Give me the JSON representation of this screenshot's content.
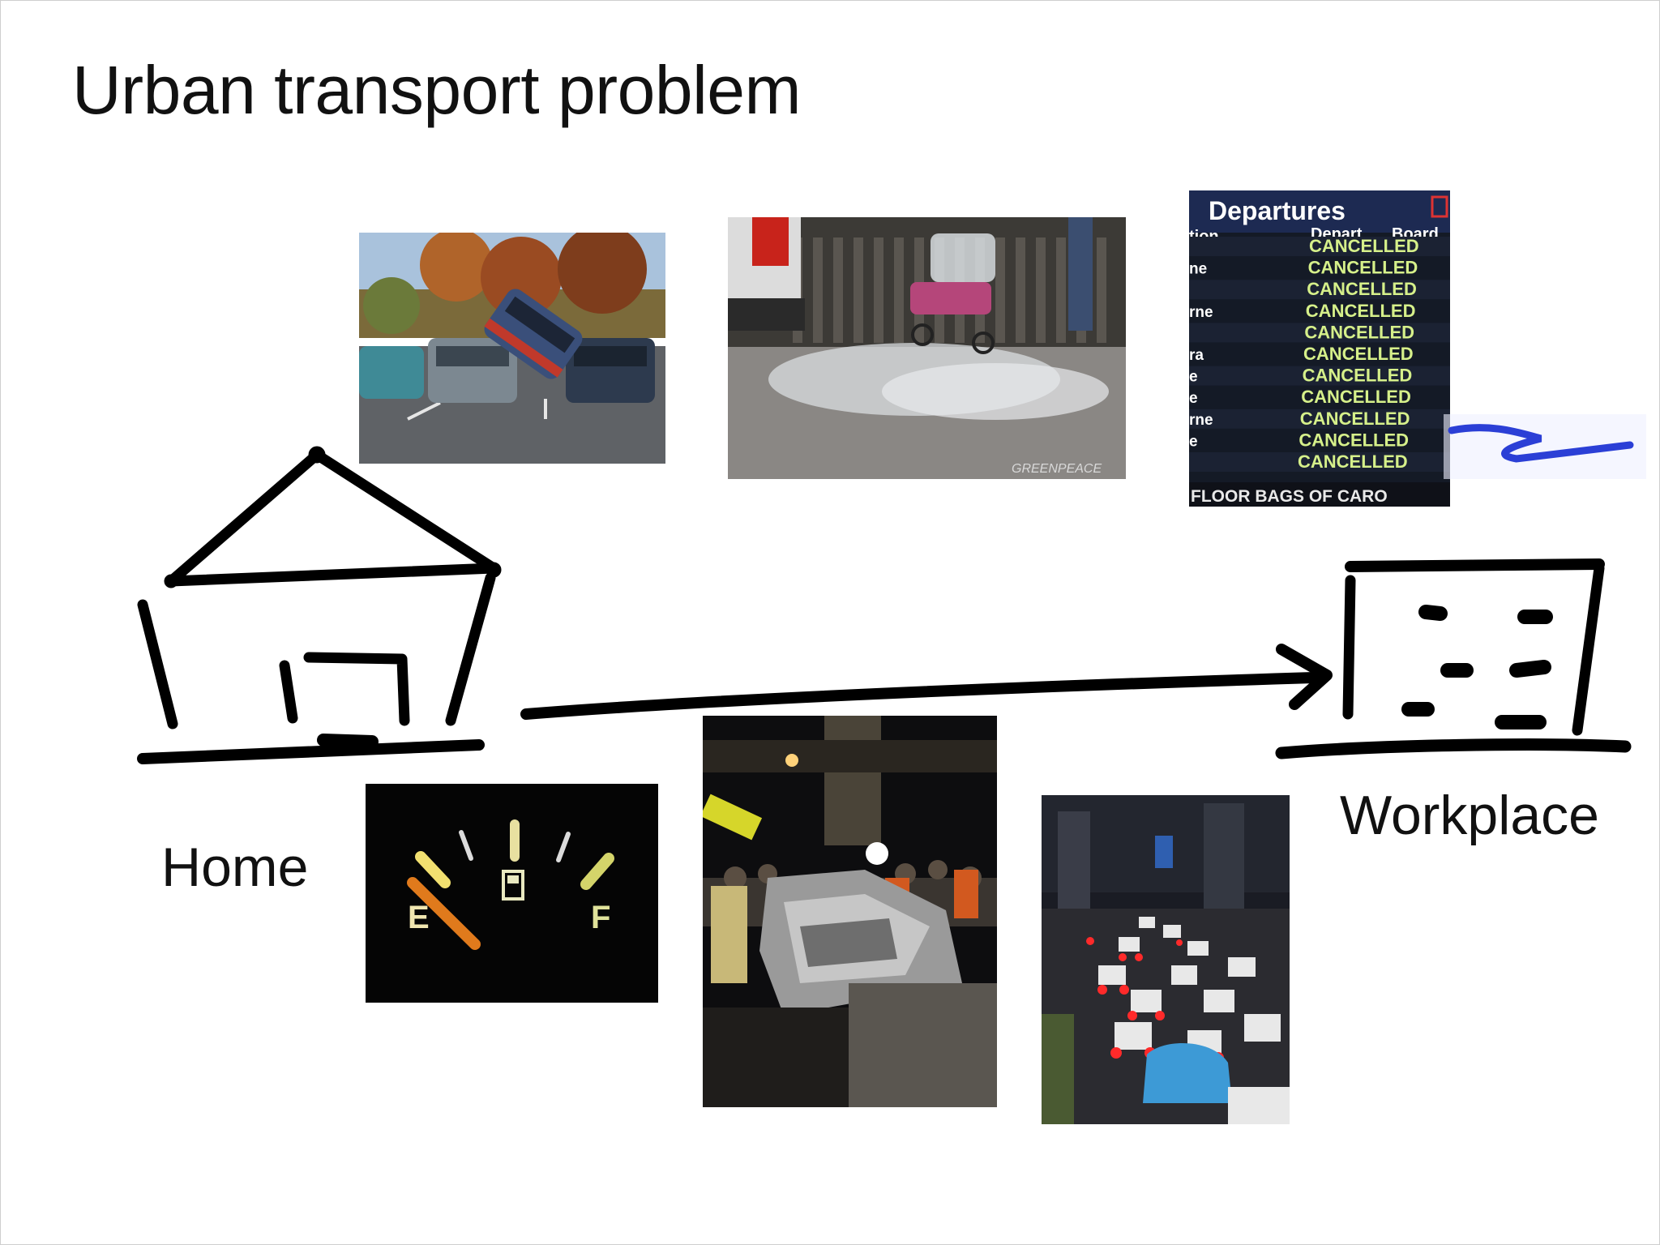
{
  "slide": {
    "title": "Urban transport problem",
    "home_label": "Home",
    "workplace_label": "Workplace"
  },
  "photos": {
    "parking": {
      "name": "parking-lot-cars-stacked"
    },
    "exhaust": {
      "name": "exhaust-fumes-stroller",
      "watermark": "GREENPEACE"
    },
    "departures": {
      "name": "departures-board",
      "heading": "Departures",
      "col_left": "tion",
      "col_depart": "Depart",
      "col_board": "Board",
      "rows_left": [
        "",
        "ne",
        "",
        "rne",
        "",
        "ra",
        "e",
        "e",
        "rne",
        "e",
        ""
      ],
      "status": [
        "CANCELLED",
        "CANCELLED",
        "CANCELLED",
        "CANCELLED",
        "CANCELLED",
        "CANCELLED",
        "CANCELLED",
        "CANCELLED",
        "CANCELLED",
        "CANCELLED",
        "CANCELLED"
      ],
      "footer": "FLOOR BAGS OF CARO"
    },
    "fuel": {
      "name": "fuel-gauge-empty",
      "empty_mark": "E",
      "full_mark": "F"
    },
    "crash": {
      "name": "car-crash-night"
    },
    "traffic": {
      "name": "traffic-jam-night"
    }
  },
  "colors": {
    "ink": "#000000",
    "board_bg": "#141a26",
    "board_text": "#d6f08a",
    "board_heading": "#ffffff",
    "fuel_needle": "#e07a1c",
    "fuel_marks": "#f2e070",
    "scribble_blue": "#2b3fd6"
  }
}
